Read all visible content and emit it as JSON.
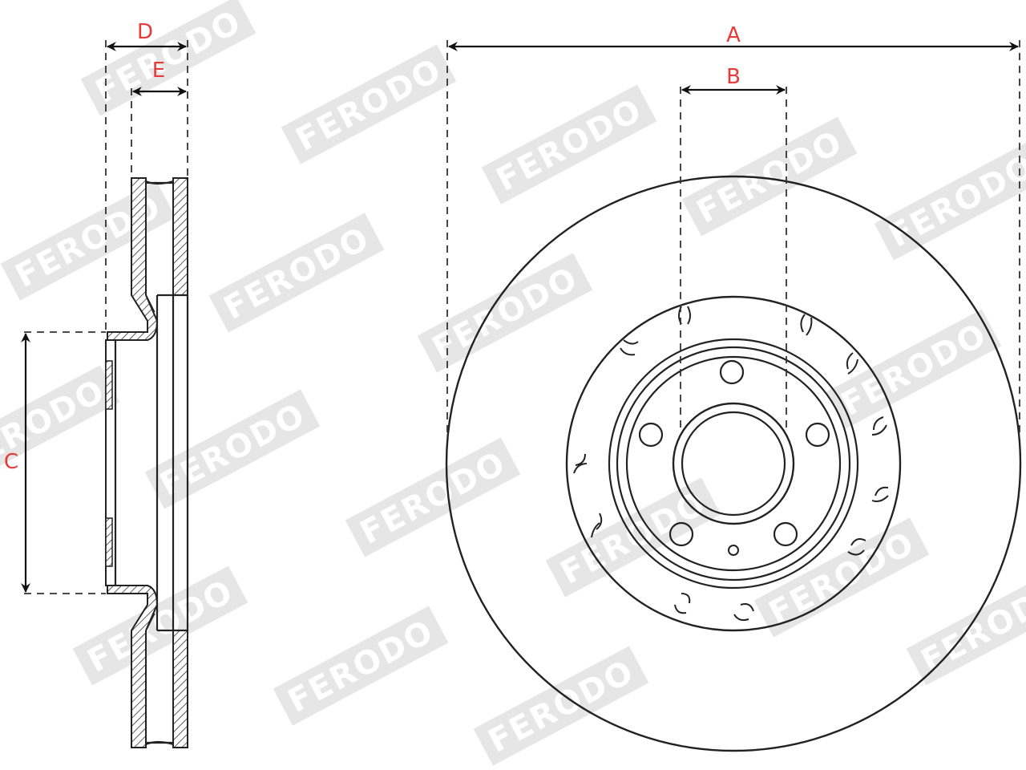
{
  "diagram": {
    "labels": {
      "A": "A",
      "B": "B",
      "C": "C",
      "D": "D",
      "E": "E"
    },
    "watermark": "FERODO",
    "colors": {
      "label": "#e8393b",
      "line": "#222222",
      "watermark": "#e6e6e6"
    }
  }
}
